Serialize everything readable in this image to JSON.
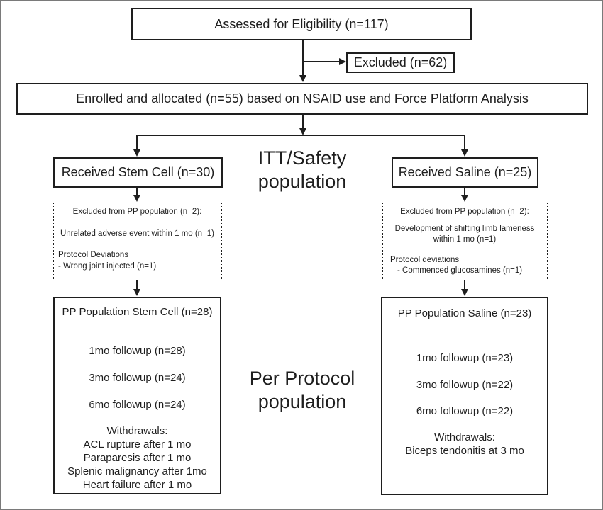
{
  "assessed": "Assessed for Eligibility (n=117)",
  "excluded": "Excluded (n=62)",
  "enrolled": "Enrolled and allocated (n=55) based on NSAID use and Force Platform Analysis",
  "itt_label": [
    "ITT/Safety",
    "population"
  ],
  "pp_label": [
    "Per Protocol",
    "population"
  ],
  "stem": {
    "received": "Received Stem Cell (n=30)",
    "excl_title": "Excluded from PP population (n=2):",
    "excl_item1": "Unrelated adverse event within 1 mo (n=1)",
    "excl_dev_title": "Protocol Deviations",
    "excl_dev_item": "- Wrong joint injected (n=1)",
    "pp_title": "PP Population Stem Cell (n=28)",
    "followups": [
      "1mo followup (n=28)",
      "3mo followup (n=24)",
      "6mo followup (n=24)"
    ],
    "withdrawals_title": "Withdrawals:",
    "withdrawals": [
      "ACL rupture after 1 mo",
      "Paraparesis after 1 mo",
      "Splenic malignancy after 1mo",
      "Heart failure after 1 mo"
    ]
  },
  "saline": {
    "received": "Received Saline (n=25)",
    "excl_title": "Excluded from PP population (n=2):",
    "excl_item1_line1": "Development of shifting limb lameness",
    "excl_item1_line2": "within 1 mo (n=1)",
    "excl_dev_title": "Protocol deviations",
    "excl_dev_item": "- Commenced glucosamines (n=1)",
    "pp_title": "PP Population Saline (n=23)",
    "followups": [
      "1mo followup (n=23)",
      "3mo followup (n=22)",
      "6mo followup (n=22)"
    ],
    "withdrawals_title": "Withdrawals:",
    "withdrawals": [
      "Biceps tendonitis at 3 mo"
    ]
  }
}
